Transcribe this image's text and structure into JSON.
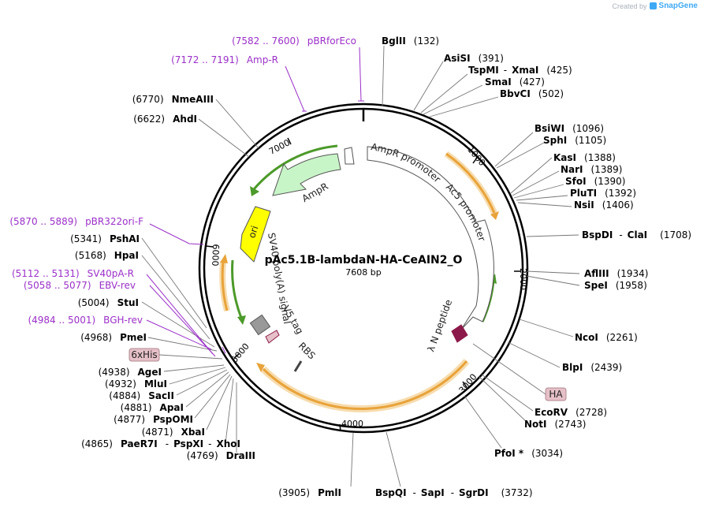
{
  "credit": {
    "prefix": "Created by",
    "brand": "SnapGene"
  },
  "plasmid": {
    "name": "pAc5.1B-lambdaN-HA-CeAIN2_O",
    "size": "7608 bp"
  },
  "ticks": {
    "t1000": "1000",
    "t2000": "2000",
    "t3000": "3000",
    "t4000": "4000",
    "t5000": "5000",
    "t6000": "6000",
    "t7000": "7000"
  },
  "features": {
    "ampr_promoter": "AmpR promoter",
    "ampr": "AmpR",
    "ac5_promoter": "Ac5 promoter",
    "ori": "ori",
    "sv40": "SV40 poly(A) signal",
    "v5": "V5 tag",
    "rbs": "RBS",
    "lambda_n": "λ N peptide",
    "ha": "HA",
    "his": "6xHis"
  },
  "enzymes": {
    "bglII": {
      "name": "BglII",
      "pos": "(132)"
    },
    "asiSI": {
      "name": "AsiSI",
      "pos": "(391)"
    },
    "tspMI": {
      "name": "TspMI",
      "alt": "XmaI",
      "pos": "(425)"
    },
    "smaI": {
      "name": "SmaI",
      "pos": "(427)"
    },
    "bbvCI": {
      "name": "BbvCI",
      "pos": "(502)"
    },
    "bsiWI": {
      "name": "BsiWI",
      "pos": "(1096)"
    },
    "sphI": {
      "name": "SphI",
      "pos": "(1105)"
    },
    "kasI": {
      "name": "KasI",
      "pos": "(1388)"
    },
    "narI": {
      "name": "NarI",
      "pos": "(1389)"
    },
    "sfoI": {
      "name": "SfoI",
      "pos": "(1390)"
    },
    "pluTI": {
      "name": "PluTI",
      "pos": "(1392)"
    },
    "nsiI": {
      "name": "NsiI",
      "pos": "(1406)"
    },
    "bspDI": {
      "name": "BspDI",
      "alt": "ClaI",
      "pos": "(1708)"
    },
    "aflIII": {
      "name": "AflIII",
      "pos": "(1934)"
    },
    "speI": {
      "name": "SpeI",
      "pos": "(1958)"
    },
    "ncoI": {
      "name": "NcoI",
      "pos": "(2261)"
    },
    "blpI": {
      "name": "BlpI",
      "pos": "(2439)"
    },
    "ecoRV": {
      "name": "EcoRV",
      "pos": "(2728)"
    },
    "notI": {
      "name": "NotI",
      "pos": "(2743)"
    },
    "pfoI": {
      "name": "PfoI *",
      "pos": "(3034)"
    },
    "bspQI": {
      "name": "BspQI",
      "alt1": "SapI",
      "alt2": "SgrDI",
      "pos": "(3732)"
    },
    "pmlI": {
      "name": "PmlI",
      "pos": "(3905)"
    },
    "draIII": {
      "name": "DraIII",
      "pos": "(4769)"
    },
    "paeR7I": {
      "name": "PaeR7I",
      "alt1": "PspXI",
      "alt2": "XhoI",
      "pos": "(4865)"
    },
    "xbaI": {
      "name": "XbaI",
      "pos": "(4871)"
    },
    "pspOMI": {
      "name": "PspOMI",
      "pos": "(4877)"
    },
    "apaI": {
      "name": "ApaI",
      "pos": "(4881)"
    },
    "sacII": {
      "name": "SacII",
      "pos": "(4884)"
    },
    "mluI": {
      "name": "MluI",
      "pos": "(4932)"
    },
    "ageI": {
      "name": "AgeI",
      "pos": "(4938)"
    },
    "pmeI": {
      "name": "PmeI",
      "pos": "(4968)"
    },
    "stuI": {
      "name": "StuI",
      "pos": "(5004)"
    },
    "hpaI": {
      "name": "HpaI",
      "pos": "(5168)"
    },
    "pshAI": {
      "name": "PshAI",
      "pos": "(5341)"
    },
    "ahdI": {
      "name": "AhdI",
      "pos": "(6622)"
    },
    "nmeAIII": {
      "name": "NmeAIII",
      "pos": "(6770)"
    }
  },
  "primers": {
    "pbrforeco": {
      "range": "(7582 .. 7600)",
      "name": "pBRforEco"
    },
    "ampr": {
      "range": "(7172 .. 7191)",
      "name": "Amp-R"
    },
    "pbr322ori": {
      "range": "(5870 .. 5889)",
      "name": "pBR322ori-F"
    },
    "sv40pa": {
      "range": "(5112 .. 5131)",
      "name": "SV40pA-R"
    },
    "ebv": {
      "range": "(5058 .. 5077)",
      "name": "EBV-rev"
    },
    "bgh": {
      "range": "(4984 .. 5001)",
      "name": "BGH-rev"
    }
  },
  "colors": {
    "backbone": "#000000",
    "orf_arrow": "#e8a33a",
    "orf_halo": "#f7dcae",
    "green_arrow": "#4c9a2a",
    "ampr_fill": "#c8f5c8",
    "ori_fill": "#ffff00",
    "primer": "#9b30c8",
    "feature_box": "#e6c0c8",
    "lambda": "#8b1a4a"
  }
}
